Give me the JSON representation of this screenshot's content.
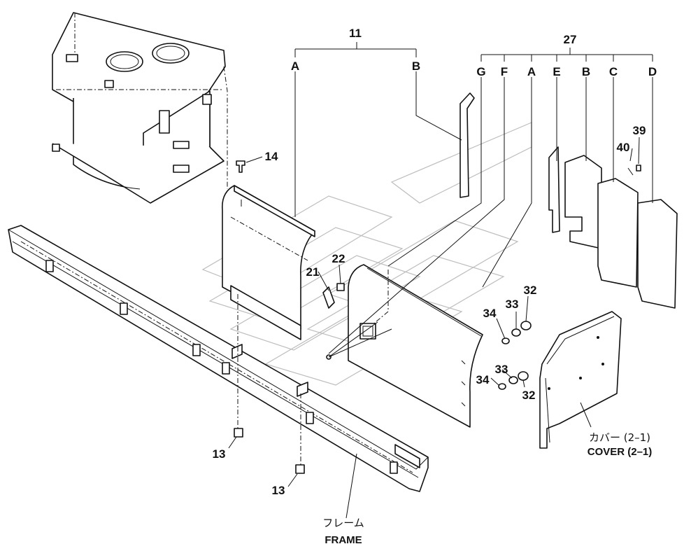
{
  "callouts": {
    "c11": "11",
    "c27": "27",
    "c14": "14",
    "c21": "21",
    "c22": "22",
    "c13a": "13",
    "c13b": "13",
    "c32a": "32",
    "c32b": "32",
    "c33a": "33",
    "c33b": "33",
    "c34a": "34",
    "c34b": "34",
    "c39": "39",
    "c40": "40"
  },
  "group11_letters": [
    "A",
    "B"
  ],
  "group27_letters": [
    "G",
    "F",
    "A",
    "E",
    "B",
    "C",
    "D"
  ],
  "captions": {
    "cover_jp": "カバー (2–1)",
    "cover_en": "COVER (2–1)",
    "frame_jp": "フレーム",
    "frame_en": "FRAME"
  }
}
